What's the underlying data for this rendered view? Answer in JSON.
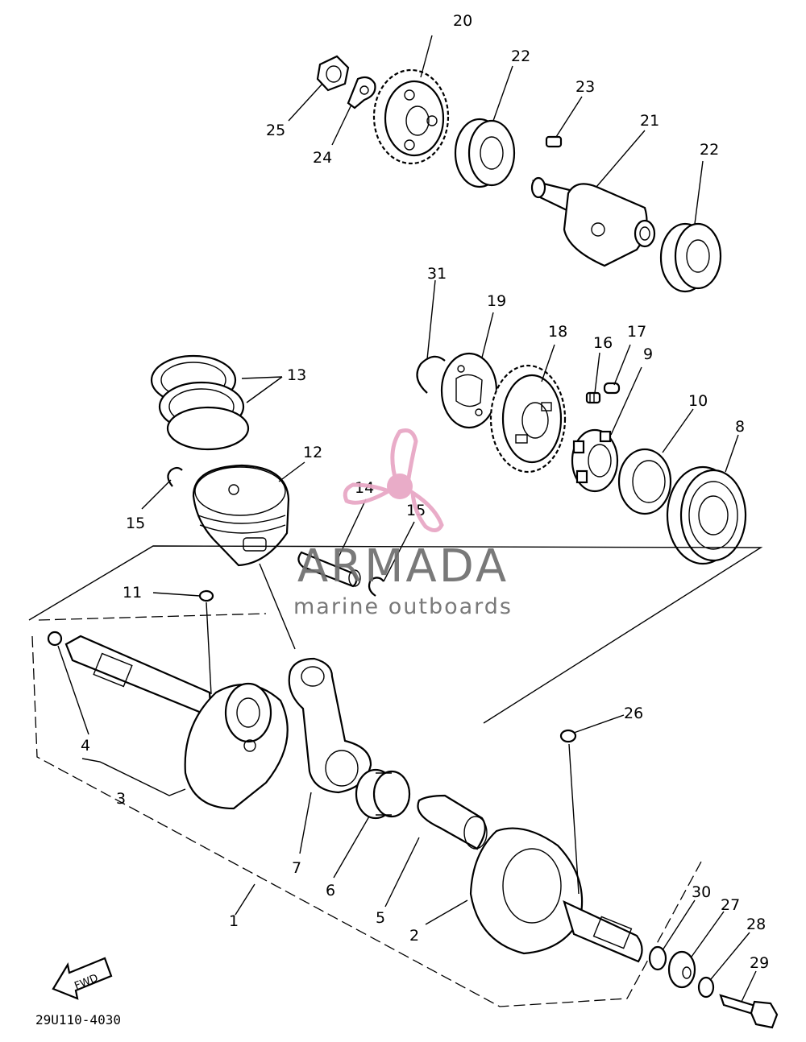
{
  "diagram": {
    "callouts": [
      {
        "id": "c20",
        "text": "20"
      },
      {
        "id": "c22a",
        "text": "22"
      },
      {
        "id": "c23",
        "text": "23"
      },
      {
        "id": "c21",
        "text": "21"
      },
      {
        "id": "c22b",
        "text": "22"
      },
      {
        "id": "c25",
        "text": "25"
      },
      {
        "id": "c24",
        "text": "24"
      },
      {
        "id": "c31",
        "text": "31"
      },
      {
        "id": "c19",
        "text": "19"
      },
      {
        "id": "c18",
        "text": "18"
      },
      {
        "id": "c16",
        "text": "16"
      },
      {
        "id": "c17",
        "text": "17"
      },
      {
        "id": "c9",
        "text": "9"
      },
      {
        "id": "c10",
        "text": "10"
      },
      {
        "id": "c8",
        "text": "8"
      },
      {
        "id": "c13",
        "text": "13"
      },
      {
        "id": "c12",
        "text": "12"
      },
      {
        "id": "c15a",
        "text": "15"
      },
      {
        "id": "c14",
        "text": "14"
      },
      {
        "id": "c15b",
        "text": "15"
      },
      {
        "id": "c11",
        "text": "11"
      },
      {
        "id": "c4",
        "text": "4"
      },
      {
        "id": "c3",
        "text": "3"
      },
      {
        "id": "c7",
        "text": "7"
      },
      {
        "id": "c6",
        "text": "6"
      },
      {
        "id": "c5",
        "text": "5"
      },
      {
        "id": "c2",
        "text": "2"
      },
      {
        "id": "c1",
        "text": "1"
      },
      {
        "id": "c26",
        "text": "26"
      },
      {
        "id": "c30",
        "text": "30"
      },
      {
        "id": "c27",
        "text": "27"
      },
      {
        "id": "c28",
        "text": "28"
      },
      {
        "id": "c29",
        "text": "29"
      }
    ],
    "fwd_label": "FWD",
    "drawing_code": "29U110-4030"
  },
  "watermark": {
    "brand": "ARMADA",
    "tagline": "marine outboards",
    "logo_color": "#e8a6c4",
    "text_color": "#6e6e6e"
  }
}
